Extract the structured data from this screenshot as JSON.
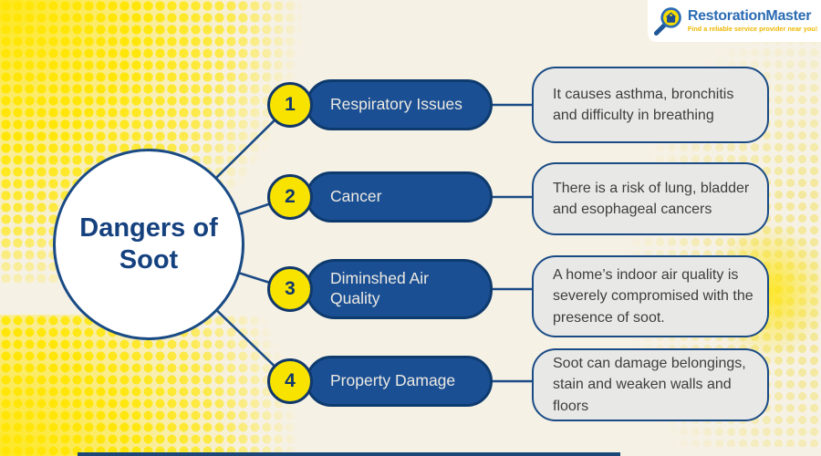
{
  "colors": {
    "background": "#F6F1E5",
    "pill_blue": "#1B4F94",
    "navy_border": "#0E3B6E",
    "badge_yellow": "#F8E300",
    "halftone_yellow": "#FFE608",
    "pale_halftone_yellow": "#F3E89E",
    "box_gray": "#E8E8E6",
    "description_text": "#3E3E3E",
    "brand_blue": "#2B6BB3",
    "tagline_gold": "#EDB800"
  },
  "logo": {
    "brand": "RestorationMaster",
    "tagline": "Find a reliable service provider near you!",
    "icon": "magnifier-house-icon"
  },
  "center": {
    "title_line1": "Dangers of",
    "title_line2": "Soot"
  },
  "items": [
    {
      "number": "1",
      "label": "Respiratory Issues",
      "description": "It causes asthma, bronchitis and difficulty in breathing"
    },
    {
      "number": "2",
      "label": "Cancer",
      "description": "There is a risk of lung, bladder and esophageal cancers"
    },
    {
      "number": "3",
      "label": "Diminshed Air Quality",
      "description": "A home’s indoor air quality is severely compromised with the presence of soot."
    },
    {
      "number": "4",
      "label": "Property Damage",
      "description": "Soot can damage belongings, stain and weaken walls and floors"
    }
  ]
}
